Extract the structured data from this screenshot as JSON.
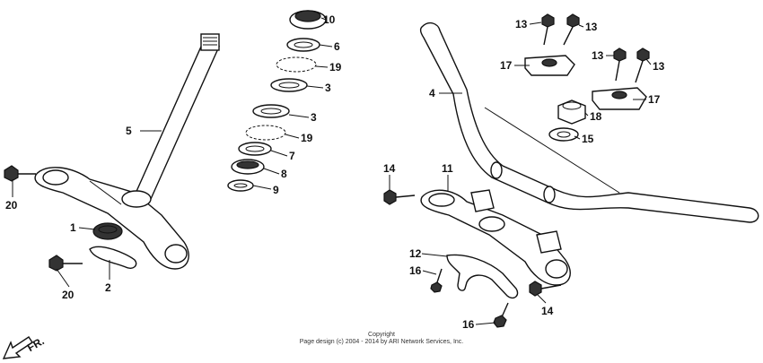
{
  "callouts": {
    "c1": "1",
    "c2": "2",
    "c3a": "3",
    "c3b": "3",
    "c4": "4",
    "c5": "5",
    "c6": "6",
    "c7": "7",
    "c8": "8",
    "c9": "9",
    "c10": "10",
    "c11": "11",
    "c12": "12",
    "c13a": "13",
    "c13b": "13",
    "c13c": "13",
    "c13d": "13",
    "c14a": "14",
    "c14b": "14",
    "c15": "15",
    "c16a": "16",
    "c16b": "16",
    "c17a": "17",
    "c17b": "17",
    "c18": "18",
    "c19a": "19",
    "c19b": "19",
    "c20a": "20",
    "c20b": "20"
  },
  "direction_label": "FR.",
  "copyright": {
    "line1": "Copyright",
    "line2": "Page design (c) 2004 - 2014 by ARI Network Services, Inc."
  },
  "colors": {
    "ink": "#111111",
    "background": "#ffffff"
  }
}
